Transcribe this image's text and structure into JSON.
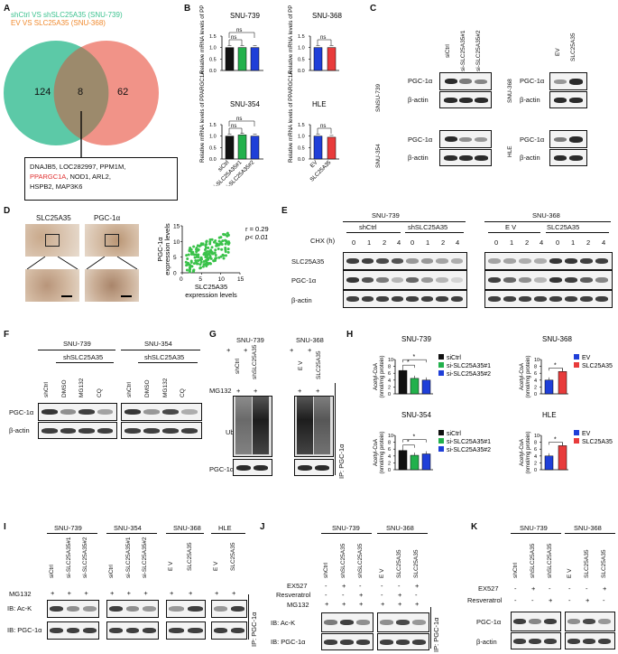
{
  "panels": {
    "A": "A",
    "B": "B",
    "C": "C",
    "D": "D",
    "E": "E",
    "F": "F",
    "G": "G",
    "H": "H",
    "I": "I",
    "J": "J",
    "K": "K"
  },
  "colors": {
    "teal": "#5cc9a7",
    "salmon": "#f08a7e",
    "black": "#111111",
    "green": "#22b14c",
    "blue": "#1f3fd8",
    "red": "#e83b3b"
  },
  "venn": {
    "legend1": "shCtrl VS shSLC25A35 (SNU-739)",
    "legend2": "EV VS SLC25A35 (SNU-368)",
    "left_count": "124",
    "overlap_count": "8",
    "right_count": "62",
    "genes_line1": "DNAJB5, LOC282997, PPM1M,",
    "genes_highlight": "PPARGC1A",
    "genes_line2_rest": ", NOD1, ARL2,",
    "genes_line3": "HSPB2, MAP3K6"
  },
  "B": {
    "ylabel": "Relative mRNA levels of PPARGC1A",
    "ticks": [
      "0.0",
      "0.5",
      "1.0",
      "1.5"
    ],
    "ns": "ns",
    "labels3": [
      "siCtrl",
      "si-SLC25A35#1",
      "si-SLC25A35#2"
    ],
    "labels2": [
      "EV",
      "SLC25A35"
    ]
  },
  "chart_data": [
    {
      "type": "bar",
      "title": "SNU-739",
      "categories": [
        "siCtrl",
        "si-SLC25A35#1",
        "si-SLC25A35#2"
      ],
      "values": [
        1.0,
        1.0,
        1.0
      ],
      "ylim": [
        0,
        1.5
      ],
      "ylabel": "Relative mRNA levels of PPARGC1A"
    },
    {
      "type": "bar",
      "title": "SNU-368",
      "categories": [
        "EV",
        "SLC25A35"
      ],
      "values": [
        1.0,
        1.0
      ],
      "ylim": [
        0,
        1.5
      ],
      "ylabel": "Relative mRNA levels of PPARGC1A"
    },
    {
      "type": "bar",
      "title": "SNU-354",
      "categories": [
        "siCtrl",
        "si-SLC25A35#1",
        "si-SLC25A35#2"
      ],
      "values": [
        1.0,
        1.05,
        1.0
      ],
      "ylim": [
        0,
        1.5
      ],
      "ylabel": "Relative mRNA levels of PPARGC1A"
    },
    {
      "type": "bar",
      "title": "HLE",
      "categories": [
        "EV",
        "SLC25A35"
      ],
      "values": [
        1.0,
        0.95
      ],
      "ylim": [
        0,
        1.5
      ],
      "ylabel": "Relative mRNA levels of PPARGC1A"
    },
    {
      "type": "scatter",
      "xlabel": "SLC25A35 expression levels",
      "ylabel": "PGC-1α expression levels",
      "xlim": [
        0,
        15
      ],
      "ylim": [
        0,
        15
      ],
      "annotation": [
        "r = 0.29",
        "p< 0.01"
      ]
    },
    {
      "type": "bar",
      "title": "SNU-739",
      "categories": [
        "siCtrl",
        "si-SLC25A35#1",
        "si-SLC25A35#2"
      ],
      "values": [
        6.8,
        4.5,
        4.0
      ],
      "ylim": [
        0,
        10
      ],
      "ylabel": "Acetyl-CoA (nmol/mg protein)"
    },
    {
      "type": "bar",
      "title": "SNU-368",
      "categories": [
        "EV",
        "SLC25A35"
      ],
      "values": [
        4.0,
        6.5
      ],
      "ylim": [
        0,
        10
      ],
      "ylabel": "Acetyl-CoA (nmol/mg protein)"
    },
    {
      "type": "bar",
      "title": "SNU-354",
      "categories": [
        "siCtrl",
        "si-SLC25A35#1",
        "si-SLC25A35#2"
      ],
      "values": [
        5.6,
        4.2,
        4.6
      ],
      "ylim": [
        0,
        10
      ],
      "ylabel": "Acetyl-CoA (nmol/mg protein)"
    },
    {
      "type": "bar",
      "title": "HLE",
      "categories": [
        "EV",
        "SLC25A35"
      ],
      "values": [
        4.0,
        7.0
      ],
      "ylim": [
        0,
        10
      ],
      "ylabel": "Acetyl-CoA (nmol/mg protein)"
    }
  ],
  "C": {
    "lanes739": [
      "siCtrl",
      "si-SLC25A35#1",
      "si-SLC25A35#2"
    ],
    "lanes368": [
      "EV",
      "SLC25A35"
    ],
    "cell739": "SNSU-739",
    "cell354": "SNU-354",
    "cell368": "SNU-368",
    "cellHLE": "HLE",
    "pgc": "PGC-1α",
    "actin": "β-actin"
  },
  "D": {
    "col1": "SLC25A35",
    "col2": "PGC-1α",
    "ylab1": "PGC-1α",
    "ylab2": "expression levels",
    "xlab1": "SLC25A35",
    "xlab2": "expression levels",
    "r": "r = 0.29",
    "p": "p< 0.01",
    "xticks": [
      "0",
      "5",
      "10",
      "15"
    ],
    "yticks": [
      "0",
      "5",
      "10",
      "15"
    ]
  },
  "E": {
    "cell1": "SNU-739",
    "cell2": "SNU-368",
    "g1": "shCtrl",
    "g2": "shSLC25A35",
    "g3": "E V",
    "g4": "SLC25A35",
    "chx": "CHX (h)",
    "times": [
      "0",
      "1",
      "2",
      "4",
      "0",
      "1",
      "2",
      "4",
      "0",
      "1",
      "2",
      "4",
      "0",
      "1",
      "2",
      "4"
    ],
    "rows": [
      "SLC25A35",
      "PGC-1α",
      "β-actin"
    ]
  },
  "F": {
    "cell1": "SNU-739",
    "cell2": "SNU-354",
    "group": "shSLC25A35",
    "lanes": [
      "shCtrl",
      "DMSO",
      "MG132",
      "CQ"
    ],
    "rows": [
      "PGC-1α",
      "β-actin"
    ]
  },
  "G": {
    "cell1": "SNU-739",
    "cell2": "SNU-368",
    "lanes": [
      "shCtrl",
      "shSLC25A35",
      "E V",
      "SLC25A35"
    ],
    "mg": "MG132",
    "plus": "+",
    "ub": "Ub",
    "pgc": "PGC-1α",
    "ip": "IP: PGC-1α"
  },
  "H": {
    "t1": "SNU-739",
    "t2": "SNU-368",
    "t3": "SNU-354",
    "t4": "HLE",
    "ylab1": "Acetyl-CoA",
    "ylab2": "(nmol/mg protein)",
    "ticks": [
      "0",
      "2",
      "4",
      "6",
      "8",
      "10"
    ],
    "leg3": [
      "siCtrl",
      "si-SLC25A35#1",
      "si-SLC25A35#2"
    ],
    "leg2": [
      "EV",
      "SLC25A35"
    ],
    "star": "*"
  },
  "I": {
    "cells": [
      "SNU-739",
      "SNU-354",
      "SNU-368",
      "HLE"
    ],
    "lanes": [
      "siCtrl",
      "si-SLC25A35#1",
      "si-SLC25A35#2",
      "siCtrl",
      "si-SLC25A35#1",
      "si-SLC25A35#2",
      "E V",
      "SLC25A35",
      "E V",
      "SLC25A35"
    ],
    "mg": "MG132",
    "plus": "+",
    "row1": "IB: Ac-K",
    "row2": "IB: PGC-1α",
    "ip": "IP: PGC-1α"
  },
  "J": {
    "cell1": "SNU-739",
    "cell2": "SNU-368",
    "lanes": [
      "shCtrl",
      "shSLC25A35",
      "shSLC25A35",
      "E V",
      "SLC25A35",
      "SLC25A35"
    ],
    "ex": "EX527",
    "res": "Resveratrol",
    "mg": "MG132",
    "row1": "IB: Ac-K",
    "row2": "IB: PGC-1α",
    "ip": "IP: PGC-1α",
    "signs_ex": [
      "-",
      "+",
      "-",
      "-",
      "-",
      "+"
    ],
    "signs_res": [
      "-",
      "-",
      "+",
      "-",
      "+",
      "-"
    ],
    "signs_mg": [
      "+",
      "+",
      "+",
      "+",
      "+",
      "+"
    ]
  },
  "K": {
    "cell1": "SNU-739",
    "cell2": "SNU-368",
    "lanes": [
      "shCtrl",
      "shSLC25A35",
      "shSLC25A35",
      "E V",
      "SLC25A35",
      "SLC25A35"
    ],
    "ex": "EX527",
    "res": "Resveratrol",
    "row1": "PGC-1α",
    "row2": "β-actin",
    "signs_ex": [
      "-",
      "+",
      "-",
      "-",
      "-",
      "+"
    ],
    "signs_res": [
      "-",
      "-",
      "+",
      "-",
      "+",
      "-"
    ]
  }
}
